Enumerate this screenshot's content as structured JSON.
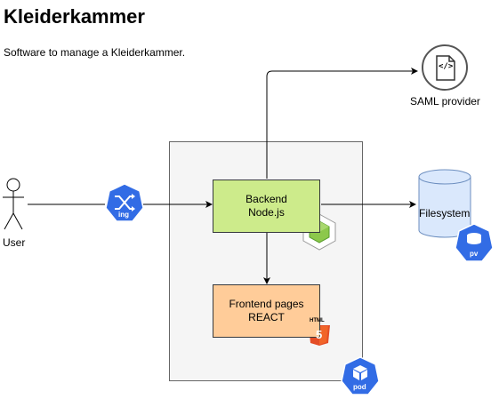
{
  "header": {
    "title": "Kleiderkammer",
    "subtitle": "Software to manage a Kleiderkammer."
  },
  "nodes": {
    "user": "User",
    "ingress_badge": "ing",
    "backend_line1": "Backend",
    "backend_line2": "Node.js",
    "frontend_line1": "Frontend pages",
    "frontend_line2": "REACT",
    "html5_badge": "HTML",
    "html5_number": "5",
    "saml": "SAML provider",
    "filesystem": "Filesystem",
    "pv_badge": "pv",
    "pod_badge": "pod",
    "saml_icon_glyph": "</>"
  },
  "icons": [
    "user-icon",
    "ingress-icon",
    "nodejs-icon",
    "html5-icon",
    "document-code-icon",
    "database-icon",
    "persistent-volume-icon",
    "pod-icon"
  ],
  "colors": {
    "k8s_blue": "#326ce5",
    "backend_fill": "#cdeb8b",
    "frontend_fill": "#ffcc99",
    "pod_fill": "#f5f5f5",
    "filesystem_fill": "#dae8fc",
    "html5_orange": "#e44d26"
  }
}
